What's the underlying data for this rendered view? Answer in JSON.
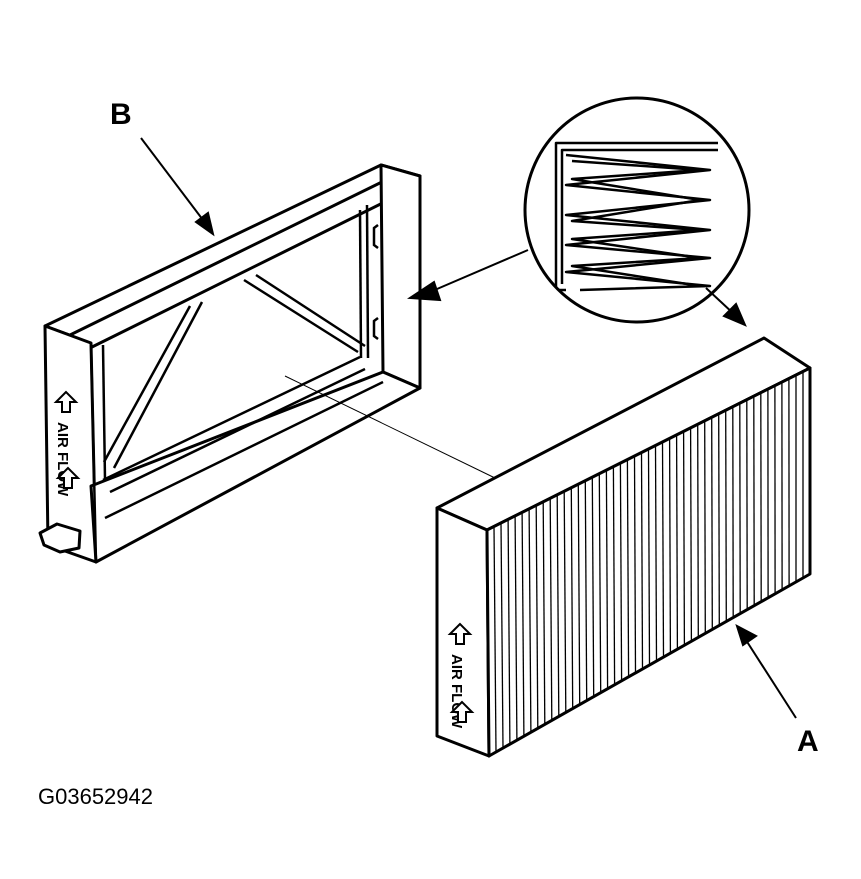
{
  "labels": {
    "callout_a": "A",
    "callout_b": "B",
    "airflow_text": "AIR FLOW",
    "figure_id": "G03652942"
  },
  "colors": {
    "ink": "#000000",
    "paper": "#ffffff"
  }
}
